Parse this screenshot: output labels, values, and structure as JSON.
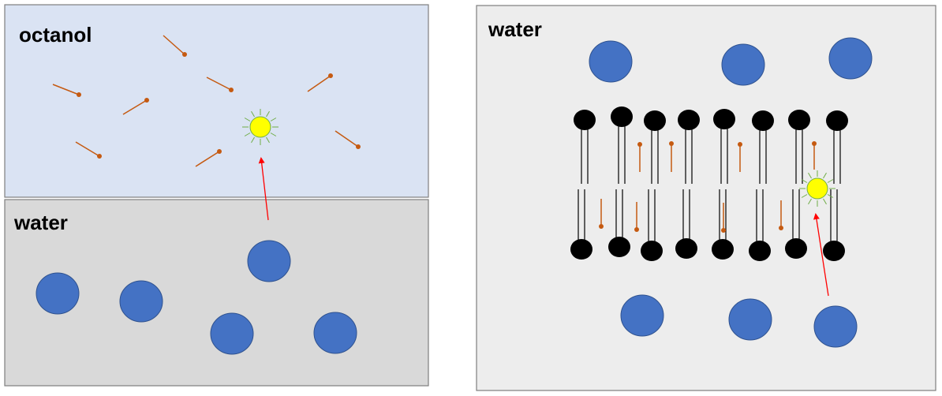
{
  "left_panel": {
    "octanol_label": "octanol",
    "water_label": "water"
  },
  "right_panel": {
    "water_label": "water"
  },
  "colors": {
    "octanol_fill": "#dae3f3",
    "water_fill_left": "#d9d9d9",
    "water_fill_right": "#ededed",
    "panel_border": "#7f7f7f",
    "water_molecule": "#4472c4",
    "water_molecule_edge": "#2f528f",
    "octanol_molecule": "#c55a11",
    "lipid_head": "#000000",
    "solute_fill": "#ffff00",
    "solute_rays": "#70ad47",
    "arrow": "#ff0000"
  },
  "icons": {
    "water_molecule": "blue-circle",
    "octanol_molecule": "line-with-dot",
    "solute": "yellow-sun",
    "lipid": "black-head-with-two-tails"
  }
}
